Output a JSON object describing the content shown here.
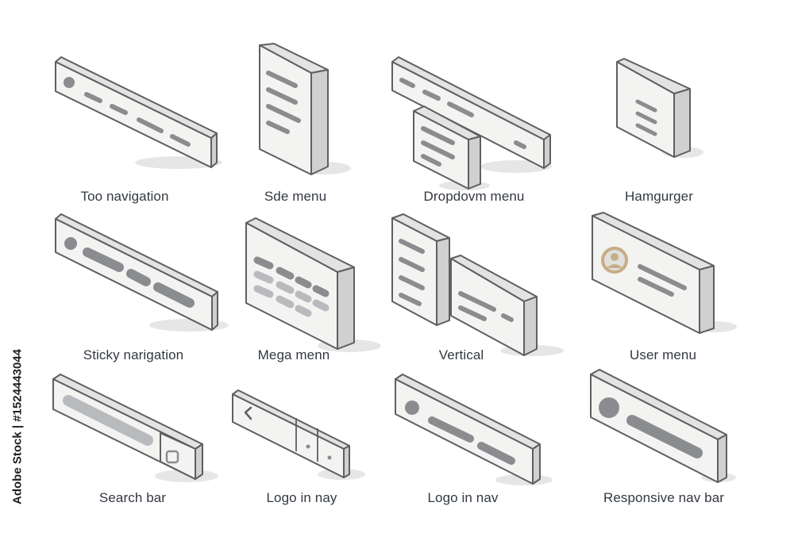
{
  "captions": {
    "top_navigation": "Too navigation",
    "side_menu": "Sde menu",
    "dropdown_menu": "Dropdovm menu",
    "hamburger": "Hamgurger",
    "sticky_navigation": "Sticky narigation",
    "mega_menu": "Mega menn",
    "vertical": "Vertical",
    "user_menu": "User menu",
    "search_bar": "Search bar",
    "logo_in_nav_left": "Logo in nay",
    "logo_in_nav_right": "Logo in nav",
    "responsive_nav_bar": "Responsive nav bar"
  },
  "watermark": {
    "side_text": "Adobe Stock | #1524443044"
  },
  "icons": {
    "top_navigation": "top-navigation-bar-icon",
    "side_menu": "side-menu-panel-icon",
    "dropdown_menu": "dropdown-menu-icon",
    "hamburger": "hamburger-menu-icon",
    "sticky_navigation": "sticky-navigation-bar-icon",
    "mega_menu": "mega-menu-panel-icon",
    "vertical": "vertical-menu-icon",
    "user_menu": "user-menu-card-icon",
    "search_bar": "search-bar-icon",
    "logo_in_nav_left": "logo-nav-chevron-icon",
    "logo_in_nav_right": "logo-nav-bar-icon",
    "responsive_nav_bar": "responsive-nav-bar-icon"
  },
  "colors": {
    "block_face": "#f3f3f1",
    "block_side": "#cfd0cf",
    "block_top": "#e3e3e1",
    "outline": "#5d5f63",
    "line_fill": "#8a8c8f",
    "light_fill": "#b8babd",
    "shadow": "#e6e6e6",
    "avatar_ring": "#c6ad86",
    "caption_text": "#333840"
  }
}
